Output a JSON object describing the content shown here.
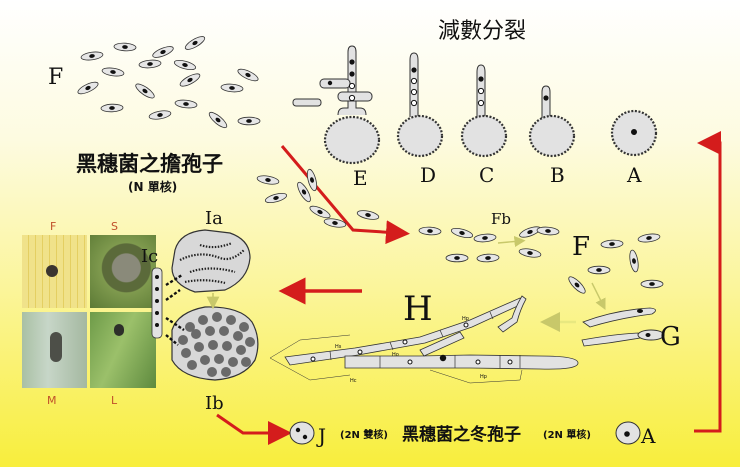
{
  "title": "減數分裂",
  "basidiospore_title": "黑穗菌之擔孢子",
  "basidiospore_sub": "(N  單核)",
  "teliospore_title": "黑穗菌之冬孢子",
  "j_note": "(2N  雙核)",
  "a_note": "(2N  單核)",
  "stage_labels": {
    "F_top": "F",
    "E": "E",
    "D": "D",
    "C": "C",
    "B": "B",
    "A": "A",
    "Ia": "Ia",
    "Ib": "Ib",
    "Ic": "Ic",
    "Fb": "Fb",
    "F_mid": "F",
    "G": "G",
    "H": "H",
    "J": "J",
    "A_bottom": "A"
  },
  "photo_labels": {
    "F": "F",
    "S": "S",
    "M": "M",
    "L": "L"
  },
  "hyphae_labels": [
    "Hs",
    "Hc",
    "Ho",
    "Hp",
    "Hp"
  ],
  "colors": {
    "arrow": "#d41c1c",
    "spore_fill": "#e2e2e2",
    "dark": "#222222",
    "arrow_light": "#c8c86a"
  }
}
